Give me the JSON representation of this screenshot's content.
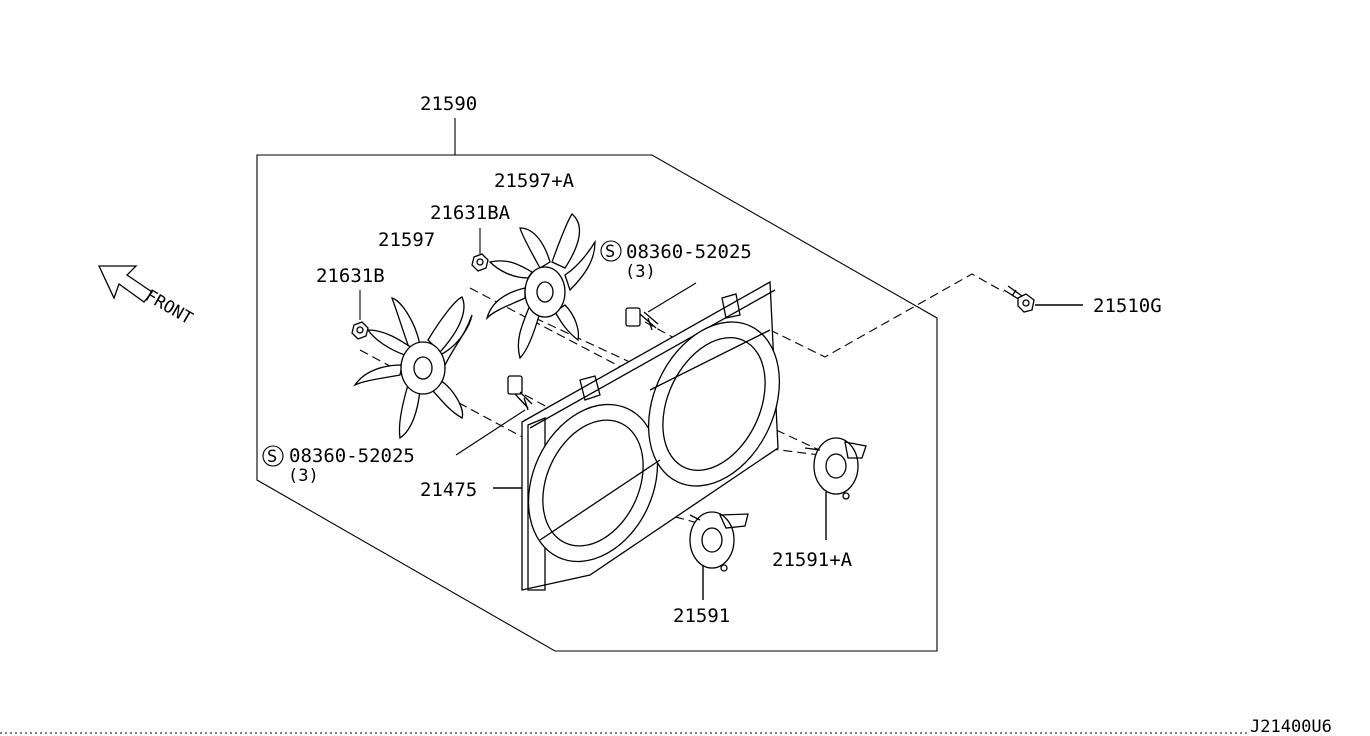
{
  "diagram": {
    "front_label": "FRONT",
    "drawing_code": "J21400U6",
    "callouts": {
      "assembly": "21590",
      "fan_a": "21597+A",
      "nut_ba": "21631BA",
      "fan": "21597",
      "nut_b": "21631B",
      "bolt_upper": "08360-52025",
      "bolt_upper_qty": "(3)",
      "bolt_lower": "08360-52025",
      "bolt_lower_qty": "(3)",
      "shroud": "21475",
      "motor": "21591",
      "motor_a": "21591+A",
      "screw": "21510G"
    },
    "symbol_letter": "S"
  }
}
